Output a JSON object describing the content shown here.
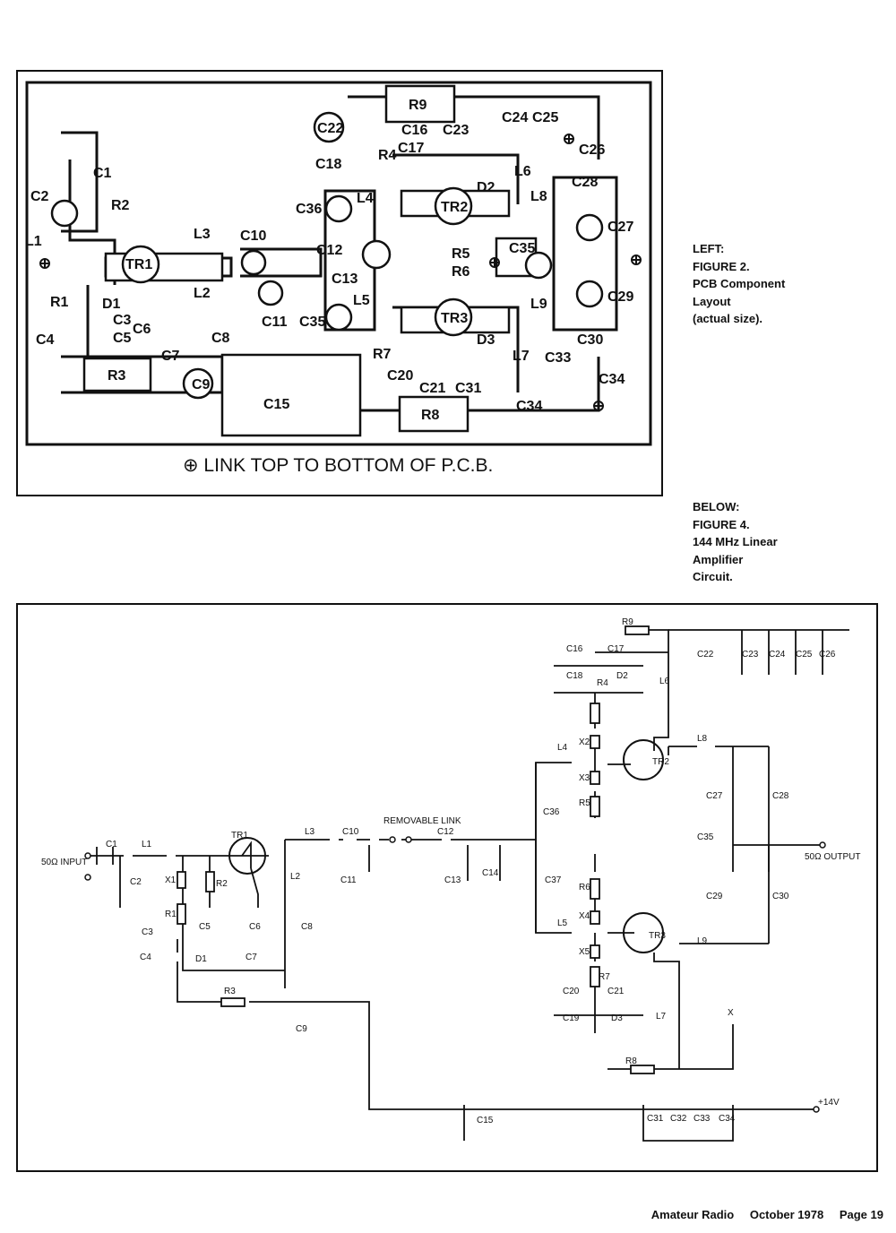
{
  "figure2": {
    "caption": [
      "LEFT:",
      "FIGURE 2.",
      "PCB Component",
      "Layout",
      "(actual size)."
    ],
    "legend": "⊕ LINK TOP TO BOTTOM OF P.C.B.",
    "labels": [
      "C1",
      "C2",
      "R2",
      "L1",
      "TR1",
      "L3",
      "C10",
      "C12",
      "C13",
      "C11",
      "C35",
      "C36",
      "L4",
      "L2",
      "R1",
      "D1",
      "C3",
      "C4",
      "C5",
      "C6",
      "C7",
      "C8",
      "C9",
      "R3",
      "C15",
      "R9",
      "C22",
      "C16",
      "C23",
      "C24",
      "C25",
      "C26",
      "C18",
      "R4",
      "C17",
      "D2",
      "L6",
      "L8",
      "TR2",
      "C28",
      "C27",
      "R5",
      "C35",
      "R6",
      "TR3",
      "L5",
      "L9",
      "C29",
      "C30",
      "R7",
      "D3",
      "L7",
      "C33",
      "C34",
      "C20",
      "C21",
      "C31",
      "R8"
    ]
  },
  "figure4": {
    "caption": [
      "BELOW:",
      "FIGURE 4.",
      "144 MHz Linear",
      "Amplifier",
      "Circuit."
    ],
    "labels": {
      "input": "50Ω INPUT",
      "output": "50Ω OUTPUT",
      "supply": "+14V",
      "link": "REMOVABLE LINK",
      "x": "X"
    },
    "components": [
      "C1",
      "L1",
      "C2",
      "X1",
      "R2",
      "TR1",
      "R1",
      "C3",
      "C4",
      "C5",
      "D1",
      "C6",
      "C7",
      "C8",
      "L2",
      "R3",
      "C9",
      "L3",
      "C10",
      "C11",
      "C12",
      "C13",
      "C14",
      "C15",
      "C36",
      "C37",
      "L4",
      "X2",
      "X3",
      "R4",
      "R5",
      "TR2",
      "L6",
      "C16",
      "C17",
      "C18",
      "D2",
      "R9",
      "C22",
      "C23",
      "C24",
      "C25",
      "C26",
      "L8",
      "C27",
      "C28",
      "C35",
      "C29",
      "C30",
      "L9",
      "TR3",
      "L5",
      "X4",
      "X5",
      "R6",
      "R7",
      "C20",
      "C21",
      "C19",
      "D3",
      "L7",
      "R8",
      "C31",
      "C32",
      "C33",
      "C34"
    ]
  },
  "footer": {
    "publication": "Amateur Radio",
    "issue": "October 1978",
    "page": "Page 19"
  }
}
